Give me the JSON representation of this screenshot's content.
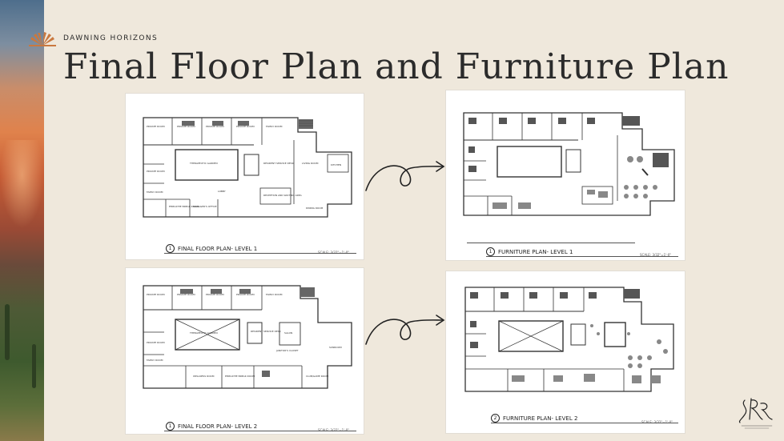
{
  "brand": {
    "name": "DAWNING HORIZONS"
  },
  "title": "Final Floor Plan and Furniture Plan",
  "plans": [
    {
      "caption": "FINAL FLOOR PLAN- LEVEL 1",
      "number": "1",
      "scale": "SCALE: 3/32\"=1'-0\""
    },
    {
      "caption": "FURNITURE PLAN- LEVEL 1",
      "number": "1",
      "scale": "SCALE: 3/32\"=1'-0\""
    },
    {
      "caption": "FINAL FLOOR PLAN- LEVEL 2",
      "number": "1",
      "scale": "SCALE: 3/32\"=1'-0\""
    },
    {
      "caption": "FURNITURE PLAN- LEVEL 2",
      "number": "2",
      "scale": "SCALE: 3/32\"=1'-0\""
    }
  ]
}
